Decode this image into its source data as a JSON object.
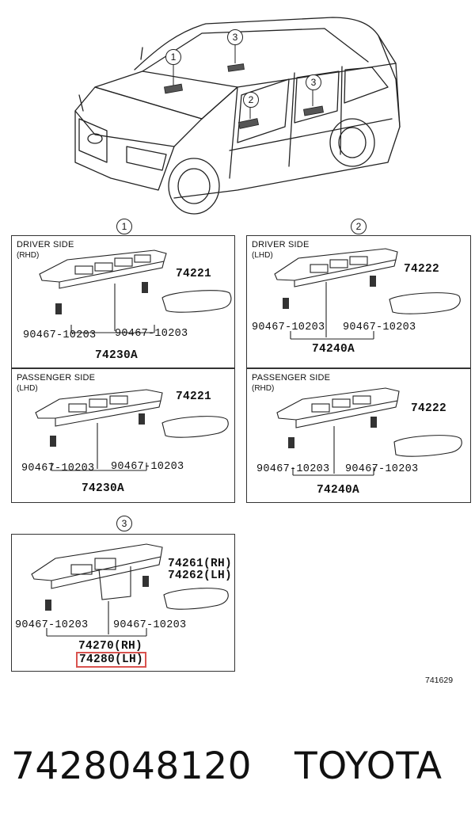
{
  "callouts": {
    "one": "1",
    "two": "2",
    "three": "3"
  },
  "panels": {
    "p1": {
      "title": "DRIVER SIDE",
      "sub": "(RHD)",
      "clip_left": "90467-10203",
      "clip_right": "90467-10203",
      "assembly": "74230A",
      "cover": "74221"
    },
    "p2": {
      "title": "DRIVER SIDE",
      "sub": "(LHD)",
      "clip_left": "90467-10203",
      "clip_right": "90467-10203",
      "assembly": "74240A",
      "cover": "74222"
    },
    "p3": {
      "title": "PASSENGER SIDE",
      "sub": "(LHD)",
      "clip_left": "90467-10203",
      "clip_right": "90467-10203",
      "assembly": "74230A",
      "cover": "74221"
    },
    "p4": {
      "title": "PASSENGER SIDE",
      "sub": "(RHD)",
      "clip_left": "90467-10203",
      "clip_right": "90467-10203",
      "assembly": "74240A",
      "cover": "74222"
    },
    "p5": {
      "clip_left": "90467-10203",
      "clip_right": "90467-10203",
      "assembly_rh": "74270(RH)",
      "assembly_lh": "74280(LH)",
      "cover_rh": "74261(RH)",
      "cover_lh": "74262(LH)"
    }
  },
  "diagram_ref": "741629",
  "footer": {
    "part_number": "7428048120",
    "brand": "TOYOTA"
  },
  "colors": {
    "highlight": "#d9534f"
  }
}
